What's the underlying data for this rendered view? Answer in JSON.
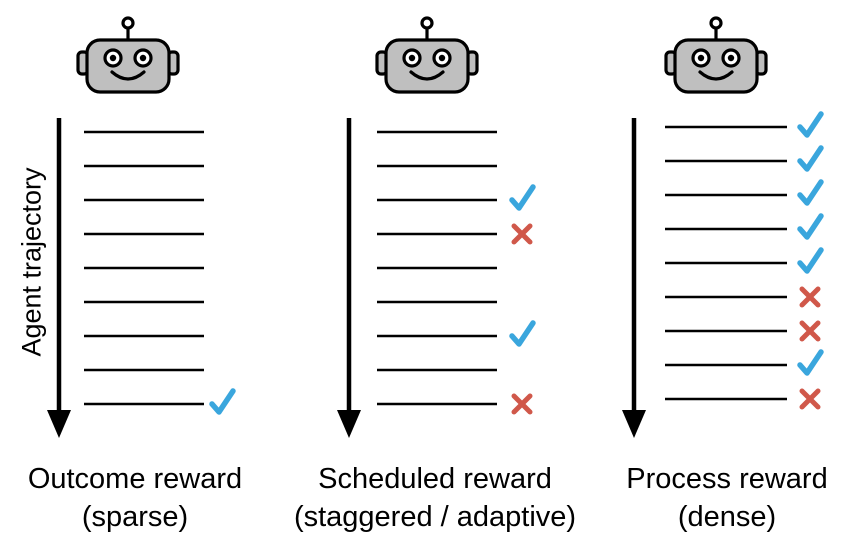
{
  "axis_label": "Agent trajectory",
  "colors": {
    "robot_fill": "#BFBFBF",
    "outline": "#000000",
    "check": "#3AA6DD",
    "cross": "#D0584A"
  },
  "panels": [
    {
      "id": "outcome",
      "title": "Outcome reward",
      "subtitle": "(sparse)",
      "steps": [
        "none",
        "none",
        "none",
        "none",
        "none",
        "none",
        "none",
        "none",
        "check"
      ]
    },
    {
      "id": "scheduled",
      "title": "Scheduled reward",
      "subtitle": "(staggered / adaptive)",
      "steps": [
        "none",
        "none",
        "check",
        "cross",
        "none",
        "none",
        "check",
        "none",
        "cross"
      ]
    },
    {
      "id": "process",
      "title": "Process reward",
      "subtitle": "(dense)",
      "steps": [
        "check",
        "check",
        "check",
        "check",
        "check",
        "cross",
        "cross",
        "check",
        "cross"
      ]
    }
  ]
}
